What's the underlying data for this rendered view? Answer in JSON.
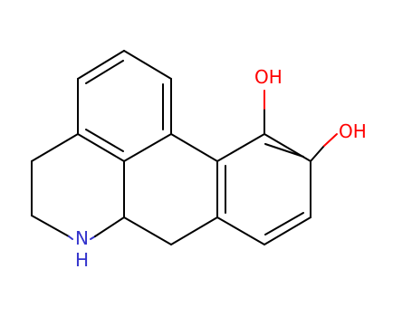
{
  "molecule": {
    "atoms": {
      "oh_top": "OH",
      "oh_right": "OH",
      "nh": "N",
      "nh_h": "H"
    },
    "colors": {
      "bond": "#000000",
      "oxygen": "#ff0000",
      "nitrogen": "#3333cc",
      "background": "#ffffff"
    }
  }
}
